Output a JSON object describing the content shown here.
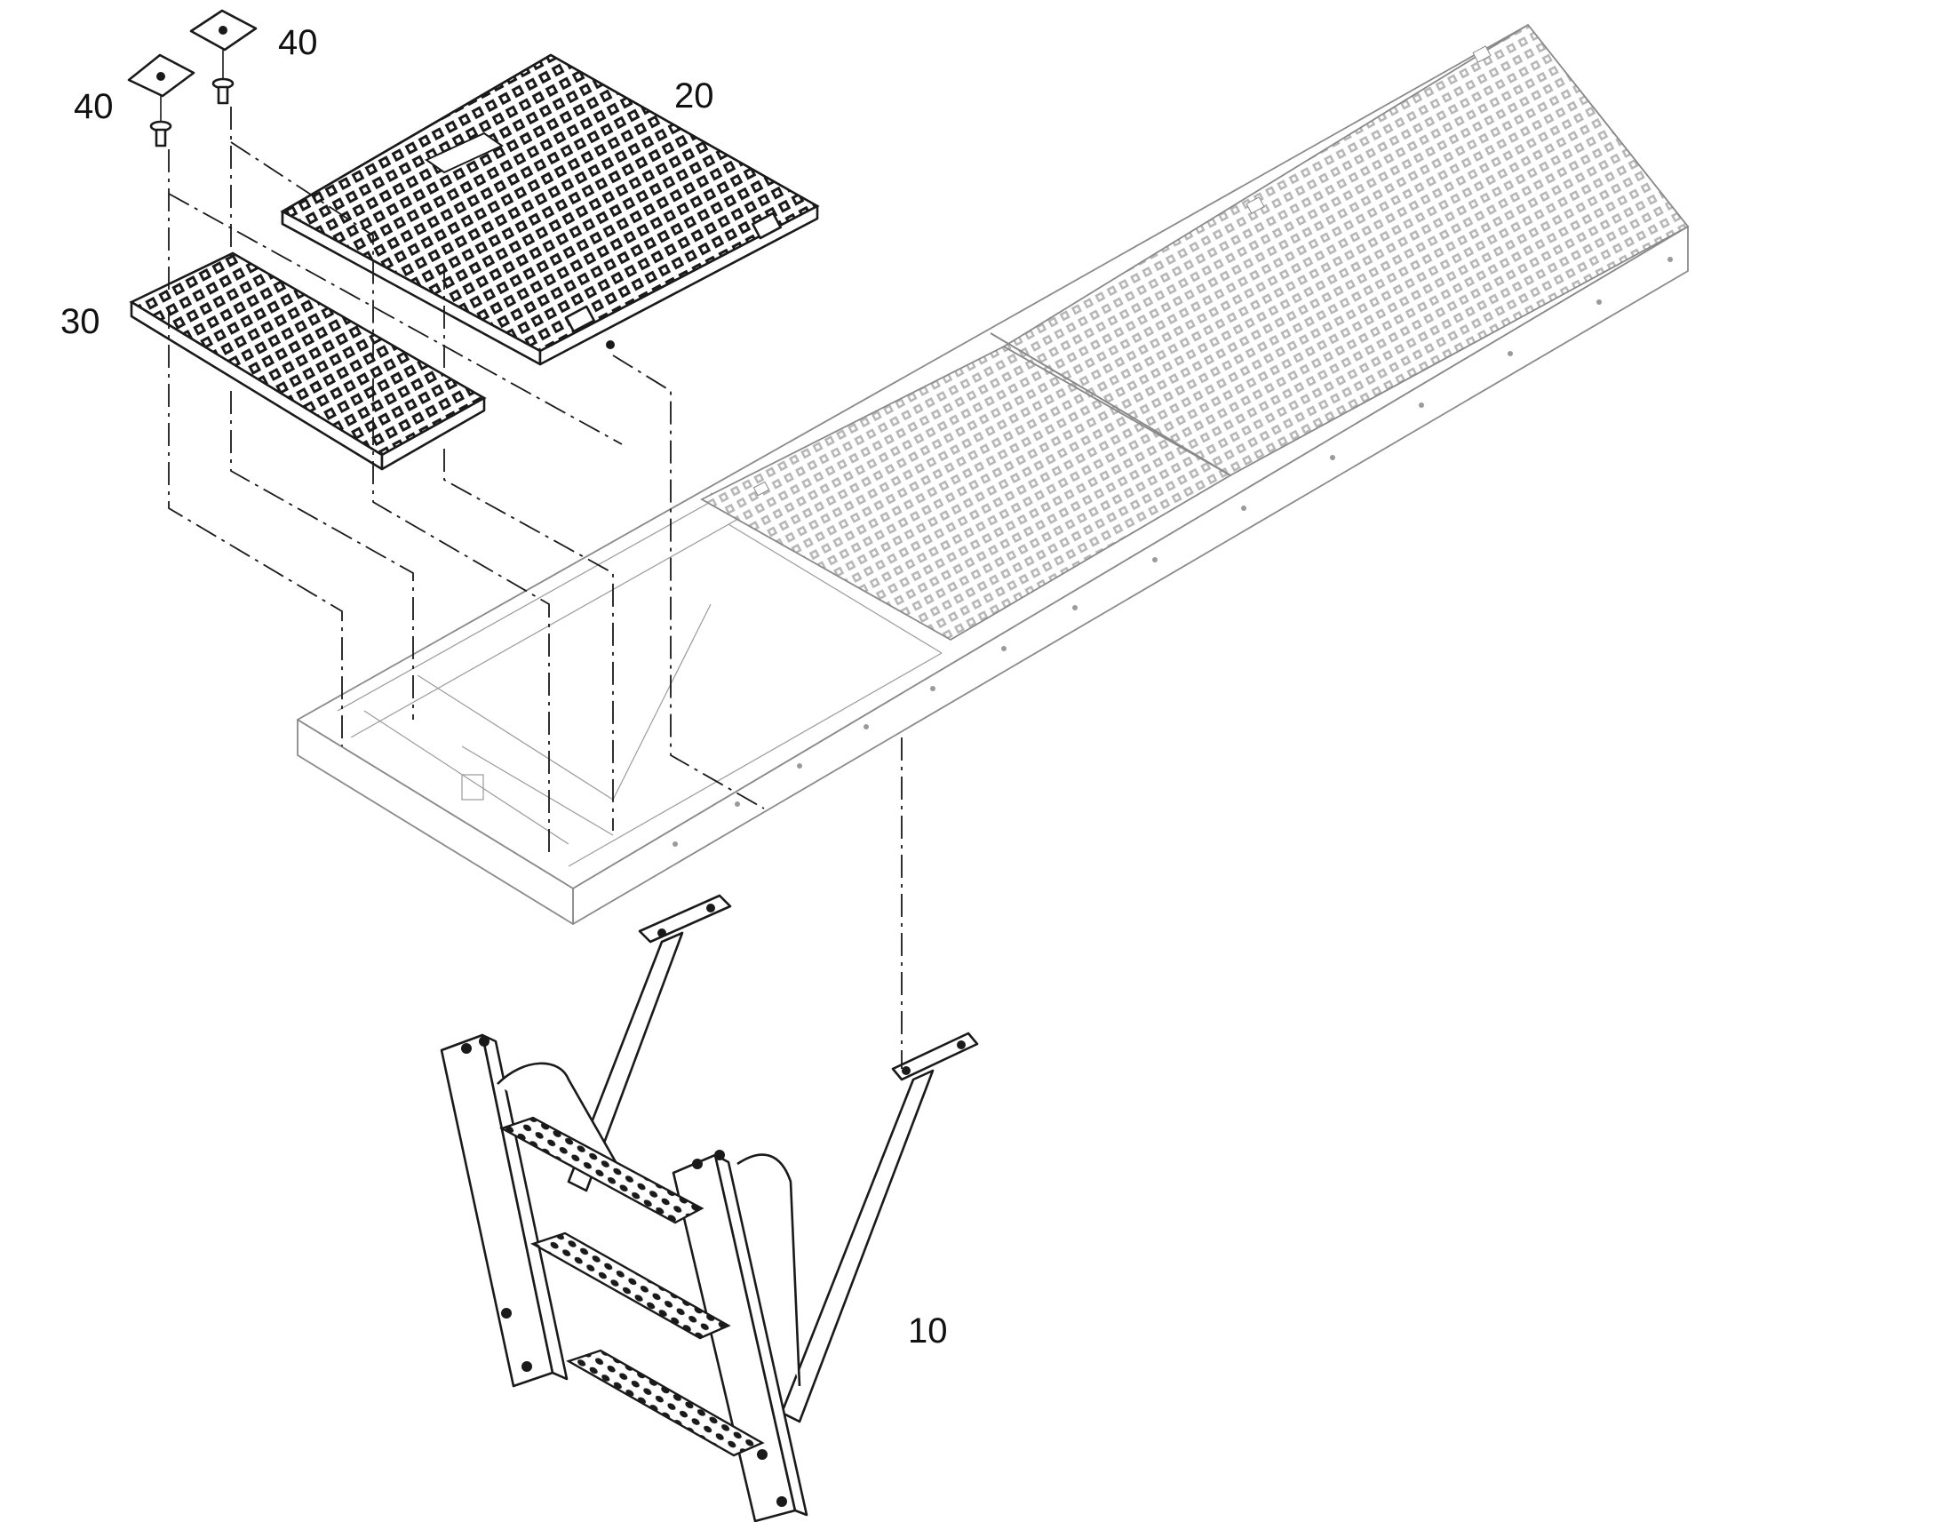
{
  "callouts": {
    "stair": "10",
    "grating_large": "20",
    "grating_small": "30",
    "fastener_left": "40",
    "fastener_right": "40"
  }
}
